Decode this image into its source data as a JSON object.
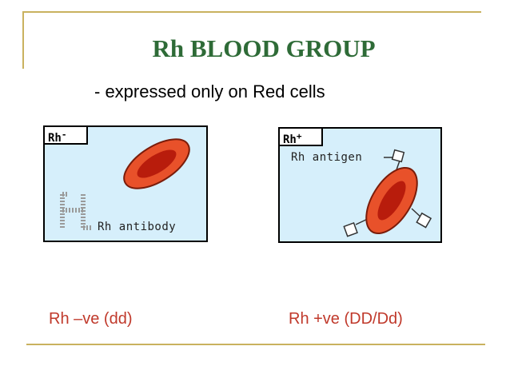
{
  "slide": {
    "title": "Rh BLOOD GROUP",
    "subtitle": "- expressed  only on Red cells"
  },
  "panels": {
    "negative": {
      "tag": "Rh",
      "sign": "-",
      "label": "Rh antibody",
      "bottom_label": "Rh –ve (dd)"
    },
    "positive": {
      "tag": "Rh",
      "sign": "+",
      "label": "Rh antigen",
      "bottom_label": "Rh +ve (DD/Dd)"
    }
  },
  "colors": {
    "title": "#2e6b37",
    "frame": "#c9b25f",
    "panel_bg": "#d6effb",
    "cell_outer": "#e8512a",
    "cell_inner": "#b81c0c",
    "bottom_text": "#c0392b"
  }
}
